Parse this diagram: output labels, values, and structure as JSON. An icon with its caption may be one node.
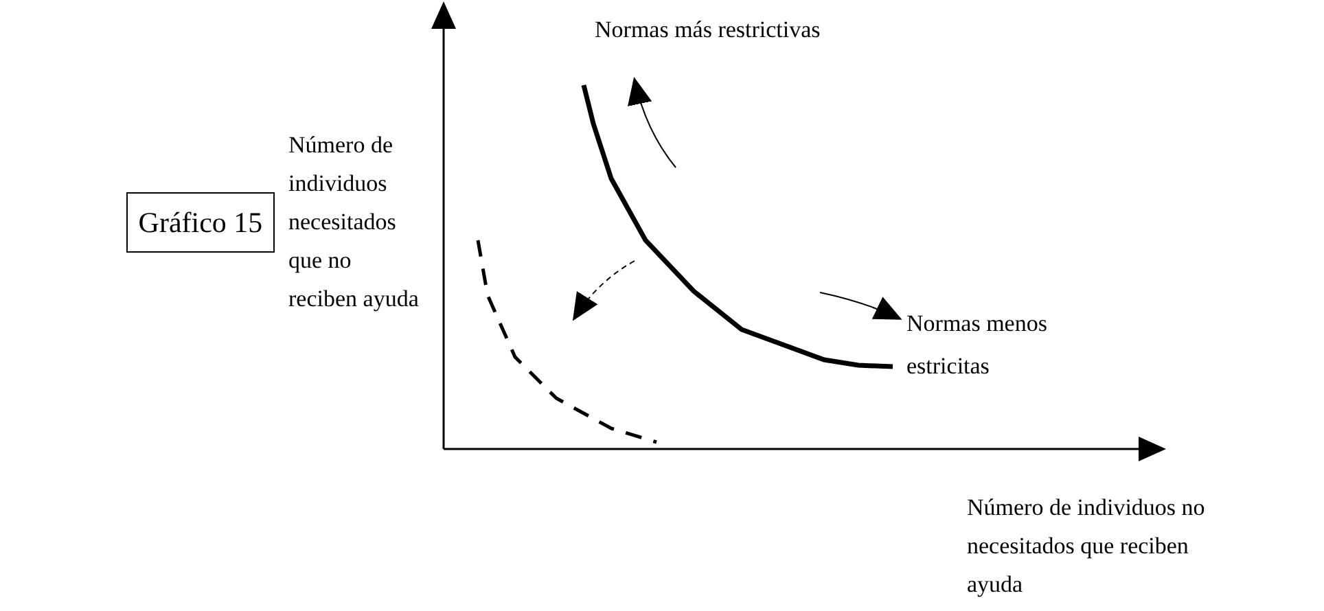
{
  "diagram": {
    "nodes": [
      {
        "text": [
          "Gráfico 15"
        ]
      }
    ],
    "labels": [
      "Normas más restrictivas",
      "Número de individuos necesitados que no reciben ayuda",
      "Normas menos estricitas",
      "Número de individuos no necesitados que reciben ayuda"
    ]
  }
}
